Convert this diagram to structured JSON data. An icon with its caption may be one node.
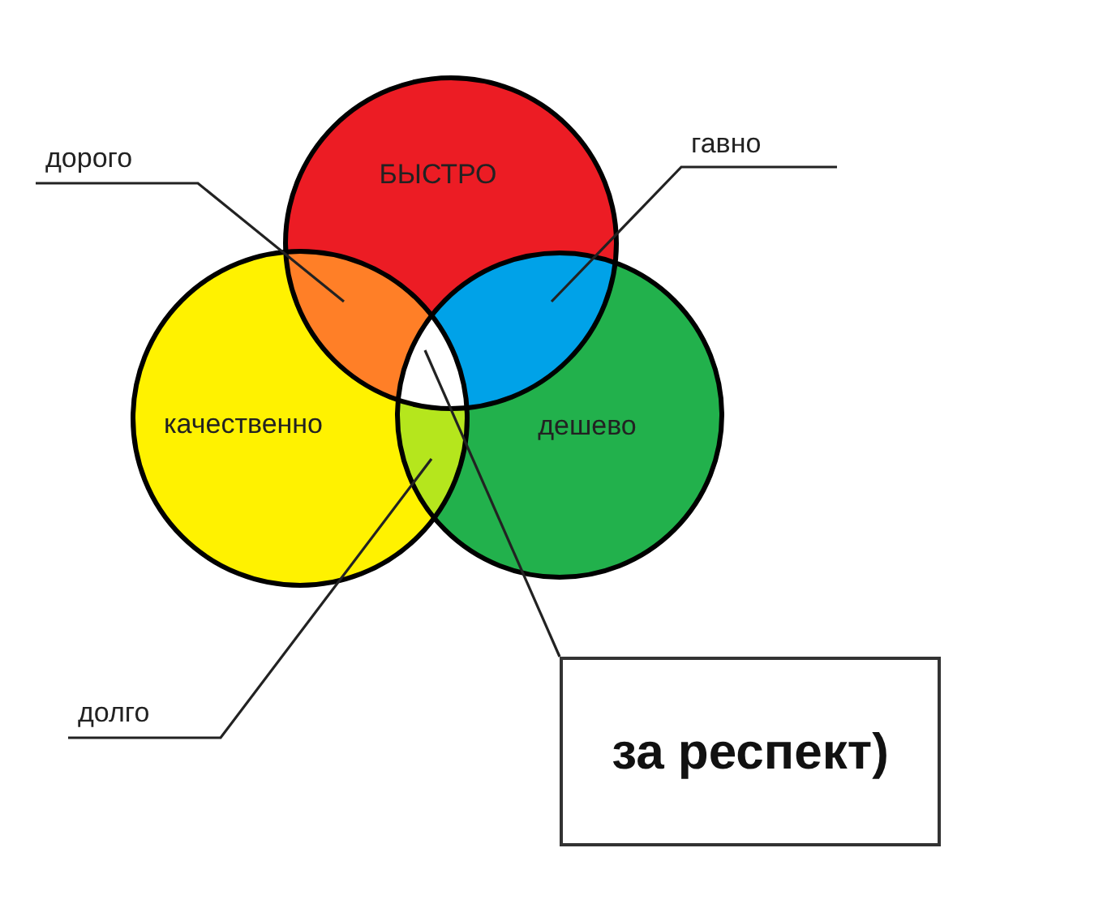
{
  "diagram": {
    "nodes": [
      {
        "text": [
          "БЫСТРО"
        ]
      },
      {
        "text": [
          "качественно"
        ]
      },
      {
        "text": [
          "дешево"
        ]
      },
      {
        "text": [
          "дорого"
        ]
      },
      {
        "text": [
          "гавно"
        ]
      },
      {
        "text": [
          "долго"
        ]
      },
      {
        "text": [
          "за респект)"
        ]
      },
      {
        "text": [],
        "shape": "region"
      },
      {
        "text": [],
        "shape": "region"
      },
      {
        "text": [],
        "shape": "region"
      },
      {
        "text": [],
        "shape": "region"
      }
    ],
    "edges": [
      {
        "from": 3,
        "to": 7,
        "arrow": "none"
      },
      {
        "from": 4,
        "to": 8,
        "arrow": "none"
      },
      {
        "from": 5,
        "to": 9,
        "arrow": "none"
      },
      {
        "from": 6,
        "to": 10,
        "arrow": "none"
      }
    ]
  }
}
